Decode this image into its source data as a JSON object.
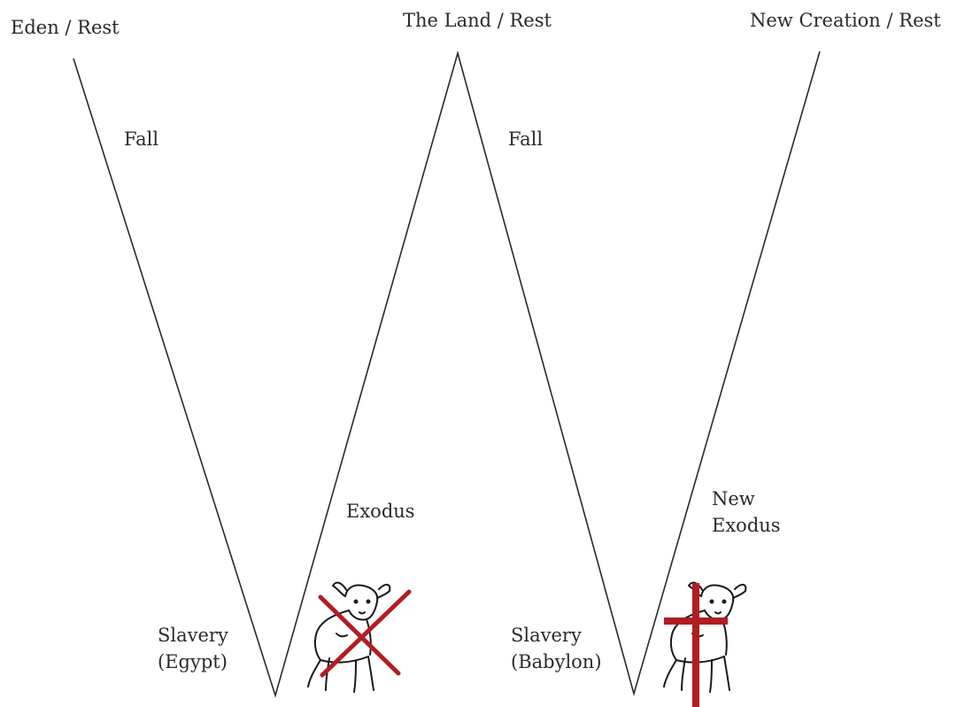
{
  "peaks": {
    "eden": "Eden / Rest",
    "land": "The Land / Rest",
    "new_creation": "New Creation / Rest"
  },
  "descents": {
    "fall_1": "Fall",
    "fall_2": "Fall"
  },
  "valleys": {
    "slavery_egypt": [
      "Slavery",
      "(Egypt)"
    ],
    "slavery_babylon": [
      "Slavery",
      "(Babylon)"
    ]
  },
  "ascents": {
    "exodus": "Exodus",
    "new_exodus": [
      "New",
      "Exodus"
    ]
  },
  "icons": [
    "lamb-icon",
    "x-cross-mark-icon",
    "lamb-icon",
    "cross-icon"
  ],
  "colors": {
    "line": "#2a2a2a",
    "mark": "#b01e23"
  }
}
